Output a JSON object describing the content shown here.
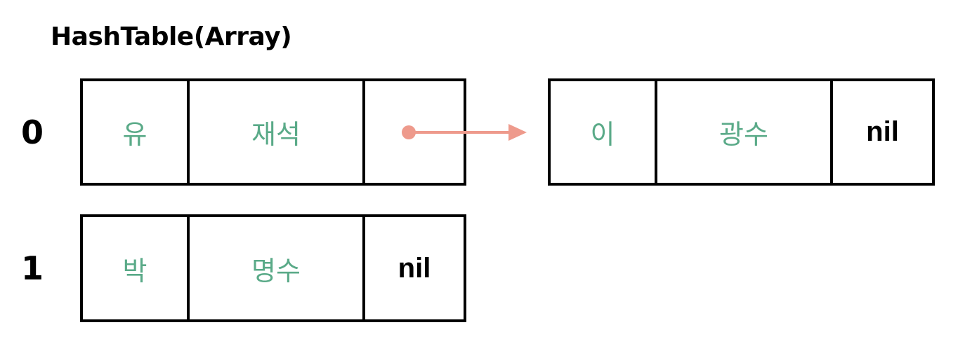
{
  "title": "HashTable(Array)",
  "colors": {
    "korean_text": "#5aaa88",
    "arrow": "#ee9a8c",
    "border": "#000000"
  },
  "buckets": [
    {
      "index": "0",
      "node": {
        "first": "유",
        "last": "재석",
        "next": ""
      }
    },
    {
      "index": "1",
      "node": {
        "first": "박",
        "last": "명수",
        "next": "nil"
      }
    }
  ],
  "chained_node": {
    "first": "이",
    "last": "광수",
    "next": "nil"
  }
}
